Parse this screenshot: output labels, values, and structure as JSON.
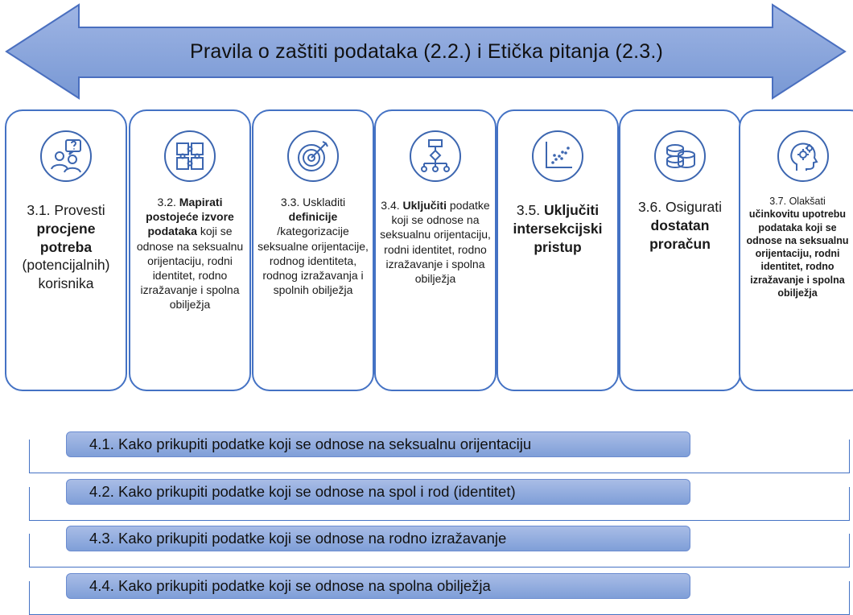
{
  "banner": {
    "text": "Pravila o zaštiti podataka (2.2.) i Etička pitanja (2.3.)"
  },
  "steps": [
    {
      "icon": "people-question-icon",
      "parts": [
        [
          "3.1. Provesti ",
          false
        ],
        [
          "procjene potreba",
          true
        ],
        [
          " (potencijalnih) korisnika",
          false
        ]
      ]
    },
    {
      "icon": "puzzle-icon",
      "parts": [
        [
          "3.2. ",
          false
        ],
        [
          "Mapirati postojeće izvore podataka",
          true
        ],
        [
          " koji se odnose na seksualnu orijentaciju, rodni identitet, rodno izražavanje i spolna obilježja",
          false
        ]
      ]
    },
    {
      "icon": "target-icon",
      "parts": [
        [
          "3.3. Uskladiti ",
          false
        ],
        [
          "definicije",
          true
        ],
        [
          " /kategorizacije seksualne orijentacije, rodnog identiteta, rodnog izražavanja i spolnih obilježja",
          false
        ]
      ]
    },
    {
      "icon": "flowchart-icon",
      "parts": [
        [
          "3.4. ",
          false
        ],
        [
          "Uključiti",
          true
        ],
        [
          " podatke koji se odnose na seksualnu orijentaciju, rodni identitet, rodno izražavanje i spolna obilježja",
          false
        ]
      ]
    },
    {
      "icon": "scatter-chart-icon",
      "parts": [
        [
          "3.5. ",
          false
        ],
        [
          "Uključiti intersekcijski pristup",
          true
        ]
      ]
    },
    {
      "icon": "coins-icon",
      "parts": [
        [
          "3.6. Osigurati ",
          false
        ],
        [
          "dostatan proračun",
          true
        ]
      ]
    },
    {
      "icon": "head-gears-icon",
      "parts": [
        [
          "3.7. Olakšati ",
          false
        ],
        [
          "učinkovitu upotrebu podataka koji se odnose na seksualnu orijentaciju, rodni identitet, rodno izražavanje i spolna obilježja",
          true
        ]
      ]
    }
  ],
  "actions": [
    "4.1. Kako prikupiti podatke koji se odnose na seksualnu orijentaciju",
    "4.2. Kako prikupiti podatke koji se odnose na spol i rod (identitet)",
    "4.3. Kako prikupiti podatke koji se odnose na rodno izražavanje",
    "4.4. Kako prikupiti podatke koji se odnose na spolna obilježja"
  ]
}
